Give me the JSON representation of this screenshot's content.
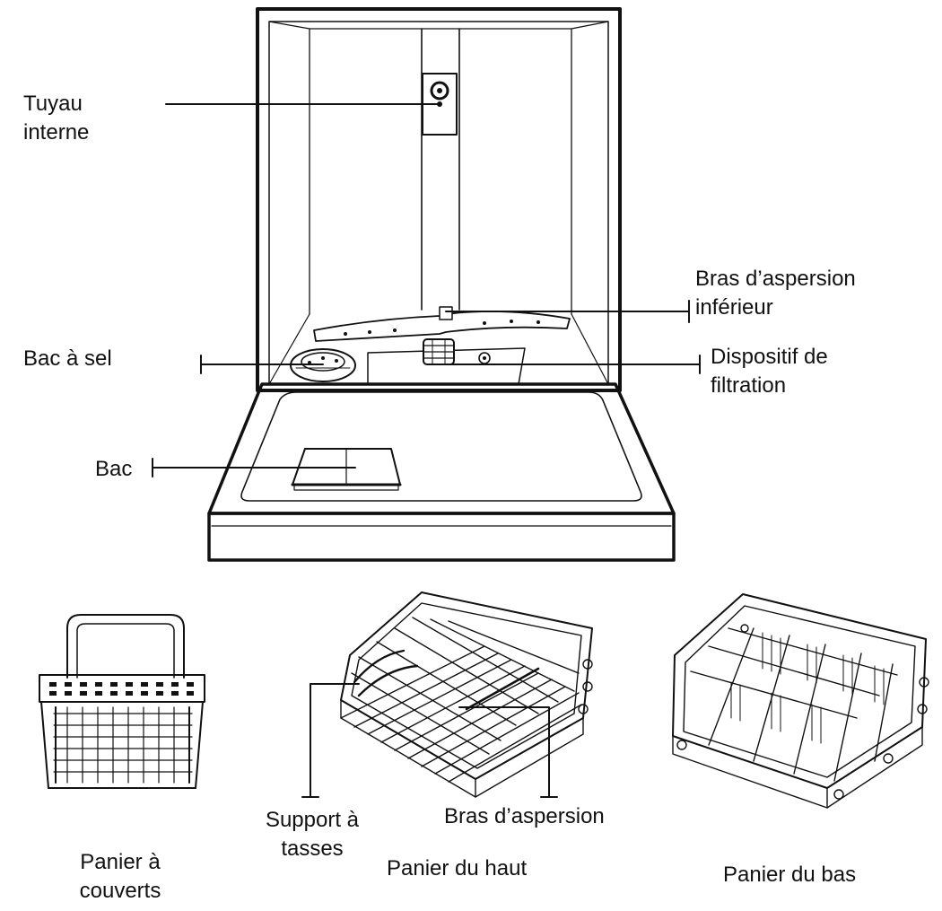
{
  "labels": {
    "internal_pipe": [
      "Tuyau",
      "interne"
    ],
    "salt_container": "Bac à sel",
    "dispenser": "Bac",
    "lower_spray_arm": [
      "Bras d’aspersion",
      "inférieur"
    ],
    "filter_assembly": [
      "Dispositif de",
      "filtration"
    ],
    "cup_shelf": [
      "Support à",
      "tasses"
    ],
    "upper_spray_arm": "Bras d’aspersion",
    "cutlery_basket": [
      "Panier à",
      "couverts"
    ],
    "upper_basket": "Panier du haut",
    "lower_basket": "Panier du bas"
  },
  "colors": {
    "ink": "#111111",
    "background": "#ffffff"
  }
}
